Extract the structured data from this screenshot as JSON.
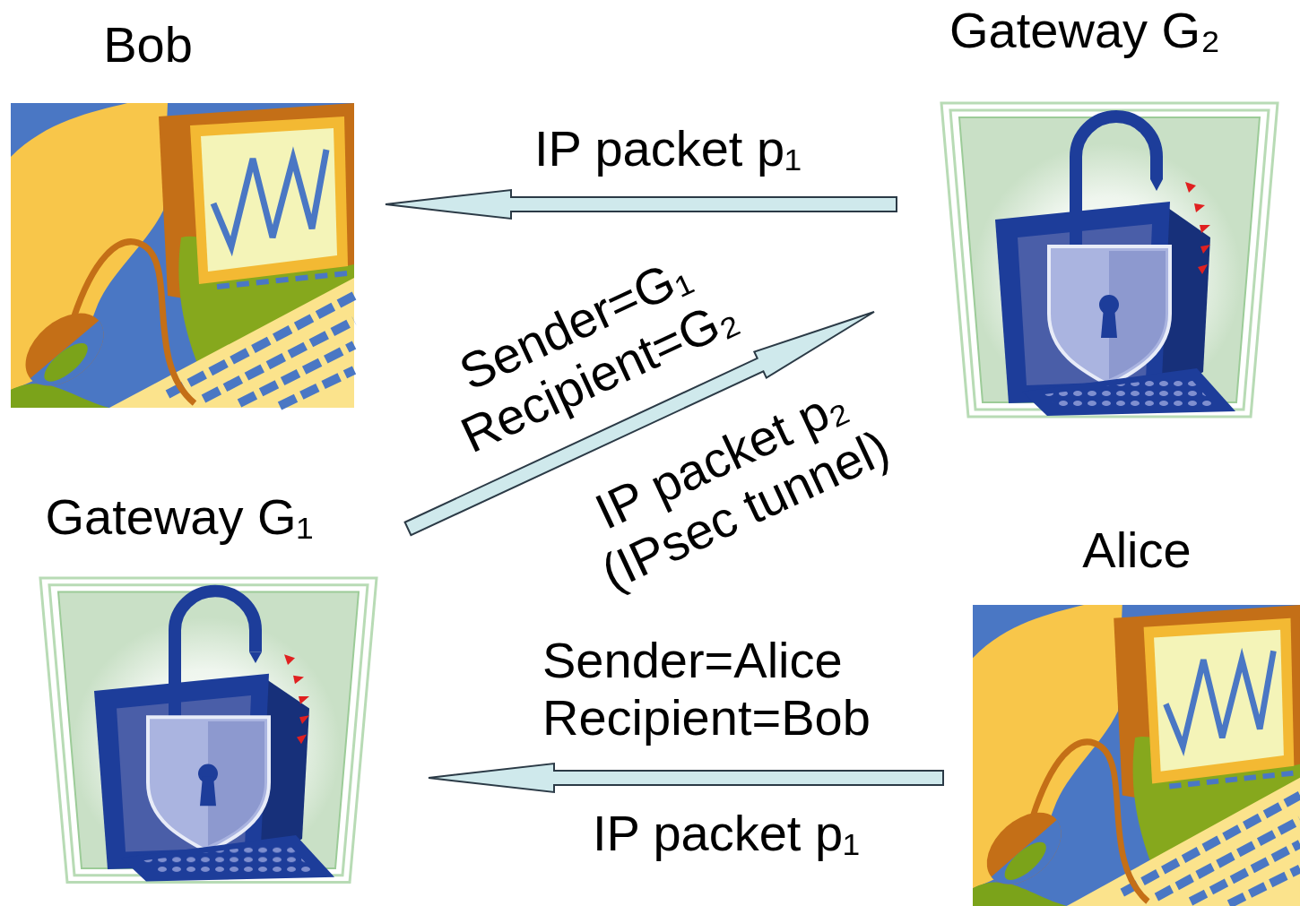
{
  "diagram": {
    "nodes": [
      {
        "text": [
          "Bob"
        ]
      },
      {
        "text": [
          "Gateway G₂"
        ]
      },
      {
        "text": [
          "Gateway G₁"
        ]
      },
      {
        "text": [
          "Alice"
        ]
      }
    ],
    "edges": [
      {
        "from": 1,
        "to": 0,
        "arrow": "to",
        "label": "IP packet p₁"
      },
      {
        "from": 2,
        "to": 1,
        "arrow": "to",
        "label": "Sender=G₁ Recipient=G₂"
      },
      {
        "from": 3,
        "to": 2,
        "arrow": "to",
        "label": "IP packet p₁"
      }
    ],
    "labels": [
      "IP packet p₂ (IPsec tunnel)",
      "Sender=Alice Recipient=Bob"
    ]
  }
}
